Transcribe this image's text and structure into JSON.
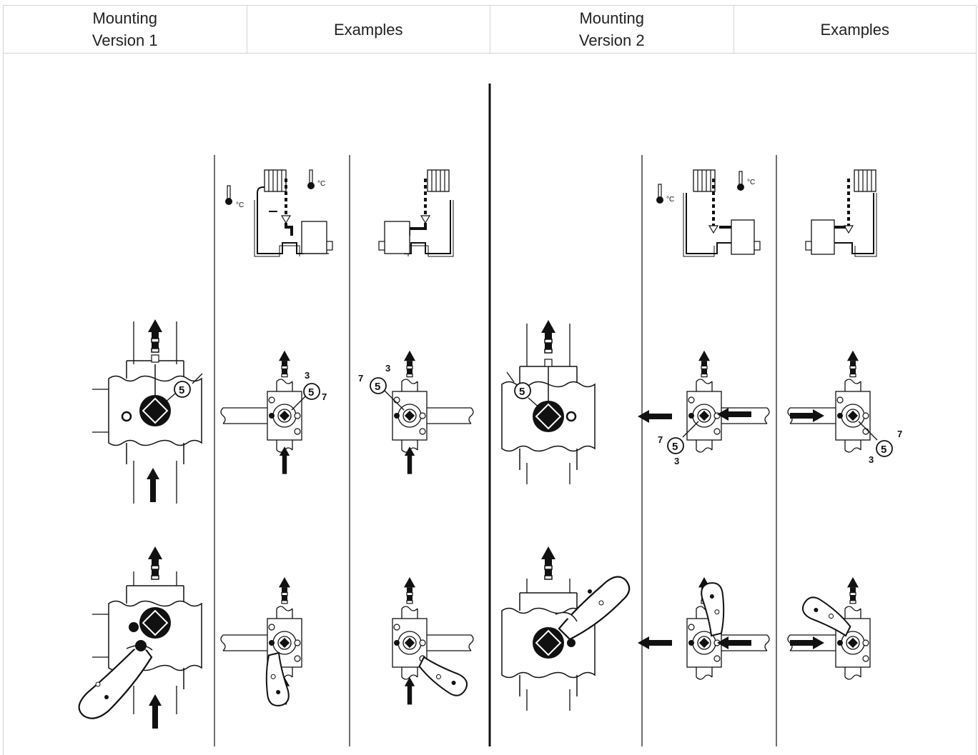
{
  "header": {
    "col1_line1": "Mounting",
    "col1_line2": "Version 1",
    "col2": "Examples",
    "col3_line1": "Mounting",
    "col3_line2": "Version 2",
    "col4": "Examples"
  },
  "labels": {
    "degree": "°C",
    "circled": "5",
    "n3": "3",
    "n7": "7"
  },
  "colors": {
    "line": "#111111",
    "border": "#d4d4d4",
    "fill_white": "#ffffff"
  }
}
